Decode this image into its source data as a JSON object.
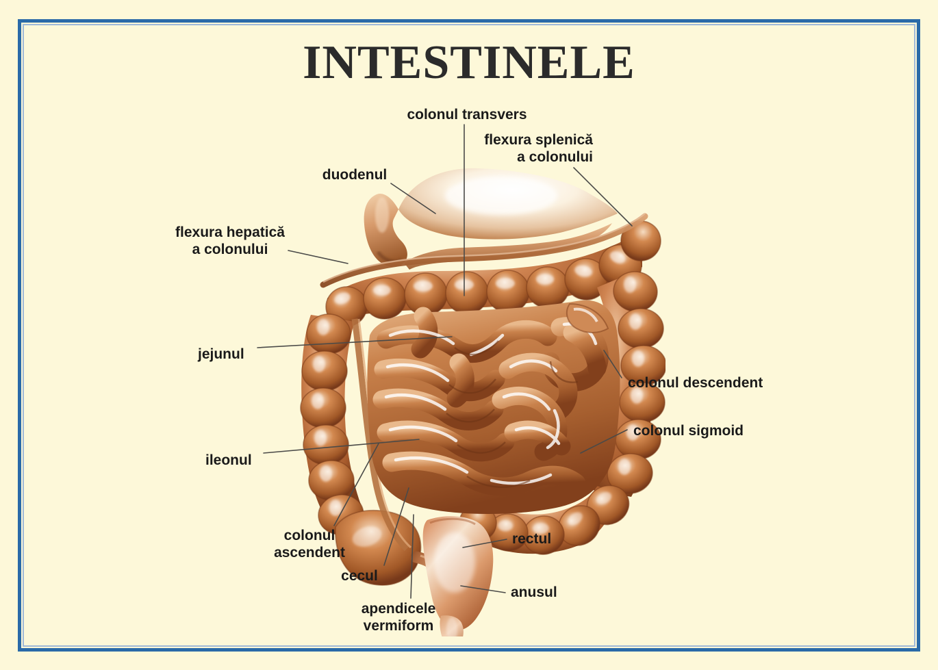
{
  "poster": {
    "title": "INTESTINELE",
    "background_color": "#fdf8d9",
    "frame_color": "#2a6aa8",
    "frame_inner_color": "#9fb9d8",
    "text_color": "#1a1a1a",
    "leader_line_color": "#4a4a48",
    "organ_colors": {
      "colon_mid": "#c1703f",
      "colon_dark": "#8a4422",
      "colon_light": "#e2a678",
      "small_intestine": "#c07a4c",
      "duodenum": "#d79a6b",
      "stomach_highlight": "#fbf3e6",
      "rectum": "#d98f62",
      "anus": "#e8b894"
    }
  },
  "labels": [
    {
      "id": "colonul-transvers",
      "text": "colonul transvers",
      "align": "center"
    },
    {
      "id": "flexura-splenica",
      "text": "flexura splenică\na colonului",
      "align": "right"
    },
    {
      "id": "duodenul",
      "text": "duodenul",
      "align": "center"
    },
    {
      "id": "flexura-hepatica",
      "text": "flexura hepatică\na colonului",
      "align": "center"
    },
    {
      "id": "jejunul",
      "text": "jejunul",
      "align": "left"
    },
    {
      "id": "colonul-descendent",
      "text": "colonul descendent",
      "align": "left"
    },
    {
      "id": "colonul-sigmoid",
      "text": "colonul sigmoid",
      "align": "left"
    },
    {
      "id": "ileonul",
      "text": "ileonul",
      "align": "left"
    },
    {
      "id": "colonul-ascendent",
      "text": "colonul\nascendent",
      "align": "center"
    },
    {
      "id": "cecul",
      "text": "cecul",
      "align": "center"
    },
    {
      "id": "apendicele-vermiform",
      "text": "apendicele\nvermiform",
      "align": "center"
    },
    {
      "id": "rectul",
      "text": "rectul",
      "align": "left"
    },
    {
      "id": "anusul",
      "text": "anusul",
      "align": "left"
    }
  ]
}
